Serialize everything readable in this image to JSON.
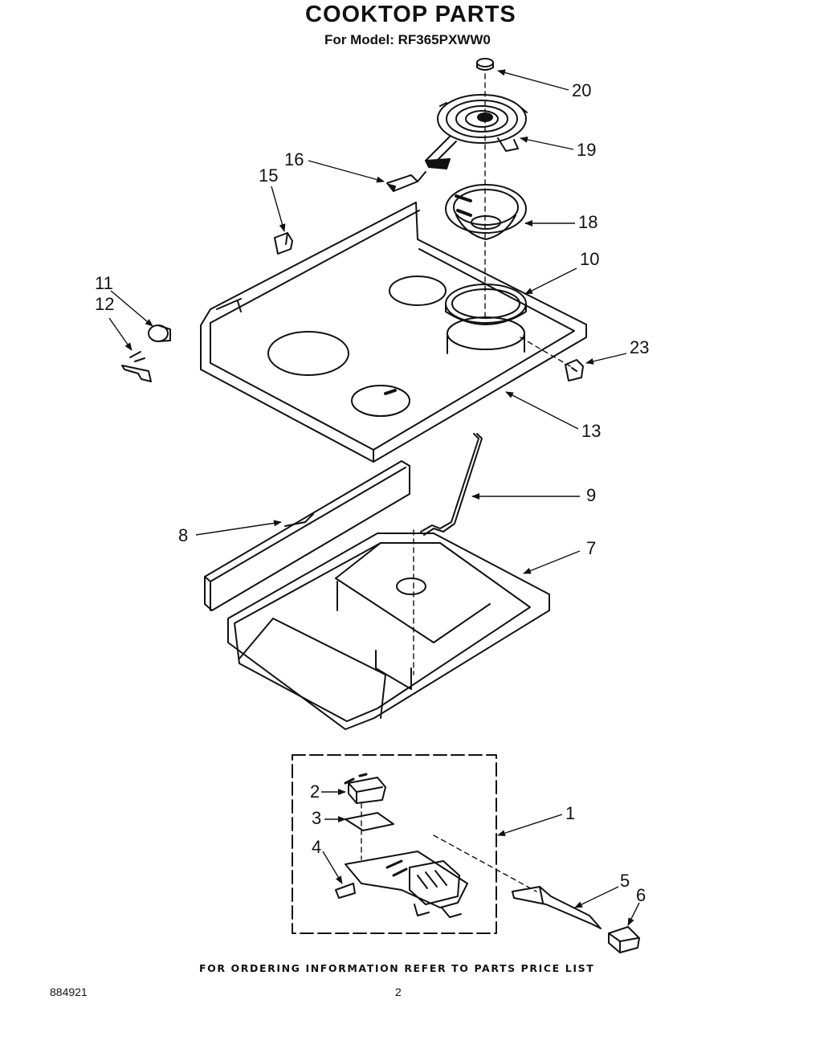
{
  "header": {
    "title": "COOKTOP PARTS",
    "model": "For Model: RF365PXWW0"
  },
  "callouts": {
    "p1": "1",
    "p2": "2",
    "p3": "3",
    "p4": "4",
    "p5": "5",
    "p6": "6",
    "p7": "7",
    "p8": "8",
    "p9": "9",
    "p10": "10",
    "p11": "11",
    "p12": "12",
    "p13": "13",
    "p15": "15",
    "p16": "16",
    "p18": "18",
    "p19": "19",
    "p20": "20",
    "p23": "23"
  },
  "footer": {
    "ordering_note": "FOR ORDERING INFORMATION REFER TO PARTS PRICE LIST",
    "doc_number": "884921",
    "page_number": "2"
  }
}
